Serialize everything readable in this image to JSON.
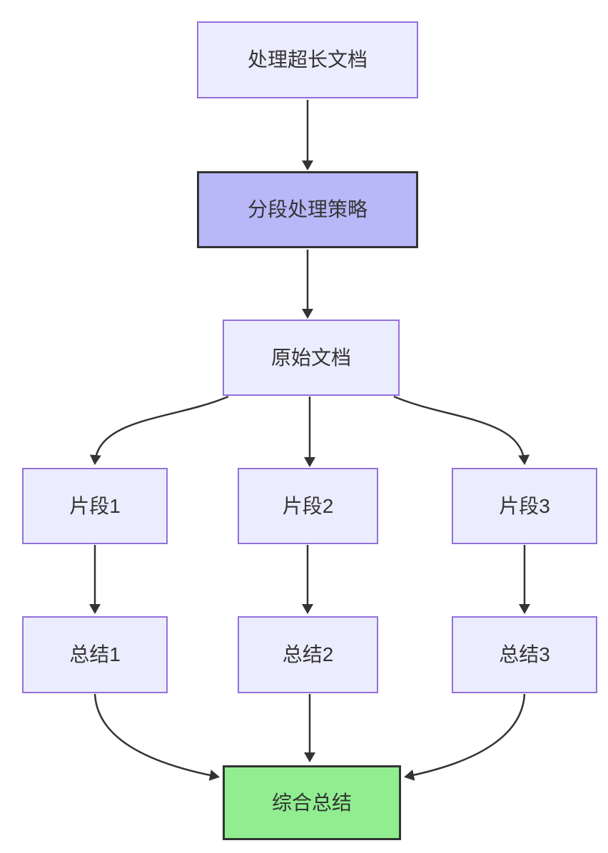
{
  "diagram": {
    "type": "flowchart",
    "direction": "top-down",
    "nodes": {
      "A": {
        "label": "处理超长文档",
        "style": "default"
      },
      "B": {
        "label": "分段处理策略",
        "style": "highlight"
      },
      "C": {
        "label": "原始文档",
        "style": "default"
      },
      "D1": {
        "label": "片段1",
        "style": "default"
      },
      "D2": {
        "label": "片段2",
        "style": "default"
      },
      "D3": {
        "label": "片段3",
        "style": "default"
      },
      "E1": {
        "label": "总结1",
        "style": "default"
      },
      "E2": {
        "label": "总结2",
        "style": "default"
      },
      "E3": {
        "label": "总结3",
        "style": "default"
      },
      "F": {
        "label": "综合总结",
        "style": "success"
      }
    },
    "edges": [
      {
        "from": "A",
        "to": "B"
      },
      {
        "from": "B",
        "to": "C"
      },
      {
        "from": "C",
        "to": "D1"
      },
      {
        "from": "C",
        "to": "D2"
      },
      {
        "from": "C",
        "to": "D3"
      },
      {
        "from": "D1",
        "to": "E1"
      },
      {
        "from": "D2",
        "to": "E2"
      },
      {
        "from": "D3",
        "to": "E3"
      },
      {
        "from": "E1",
        "to": "F"
      },
      {
        "from": "E2",
        "to": "F"
      },
      {
        "from": "E3",
        "to": "F"
      }
    ],
    "colors": {
      "background": "#ffffff",
      "node_fill": "#ECECFF",
      "node_border": "#9370DB",
      "highlight_fill": "#B8B8F8",
      "highlight_border": "#333333",
      "success_fill": "#90EE90",
      "success_border": "#333333",
      "edge": "#333333",
      "text": "#333333"
    }
  }
}
